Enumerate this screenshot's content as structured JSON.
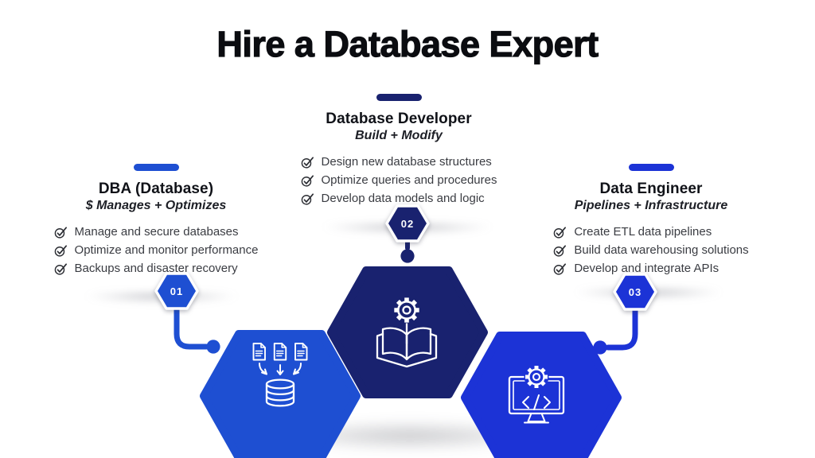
{
  "title": "Hire a Database Expert",
  "sections": [
    {
      "number": "01",
      "title": "DBA (Database)",
      "subtitle": "$ Manages + Optimizes",
      "items": [
        "Manage and secure databases",
        "Optimize and monitor performance",
        "Backups and disaster recovery"
      ],
      "icon": "documents-into-database-icon",
      "accent": "#1E4FD2"
    },
    {
      "number": "02",
      "title": "Database Developer",
      "subtitle": "Build + Modify",
      "items": [
        "Design new database structures",
        "Optimize queries and procedures",
        "Develop data models and logic"
      ],
      "icon": "open-book-with-gear-icon",
      "accent": "#19226F"
    },
    {
      "number": "03",
      "title": "Data Engineer",
      "subtitle": "Pipelines + Infrastructure",
      "items": [
        "Create ETL data pipelines",
        "Build data warehousing solutions",
        "Develop and integrate APIs"
      ],
      "icon": "monitor-with-gear-and-code-icon",
      "accent": "#1C33D6"
    }
  ],
  "list_marker_icon": "circled-checkmark-icon",
  "colors": {
    "accent_blue": "#1E4FD2",
    "navy": "#19226F",
    "vivid_blue": "#1C33D6",
    "title_text": "#0B0C10",
    "body_text": "#3A3C42"
  }
}
